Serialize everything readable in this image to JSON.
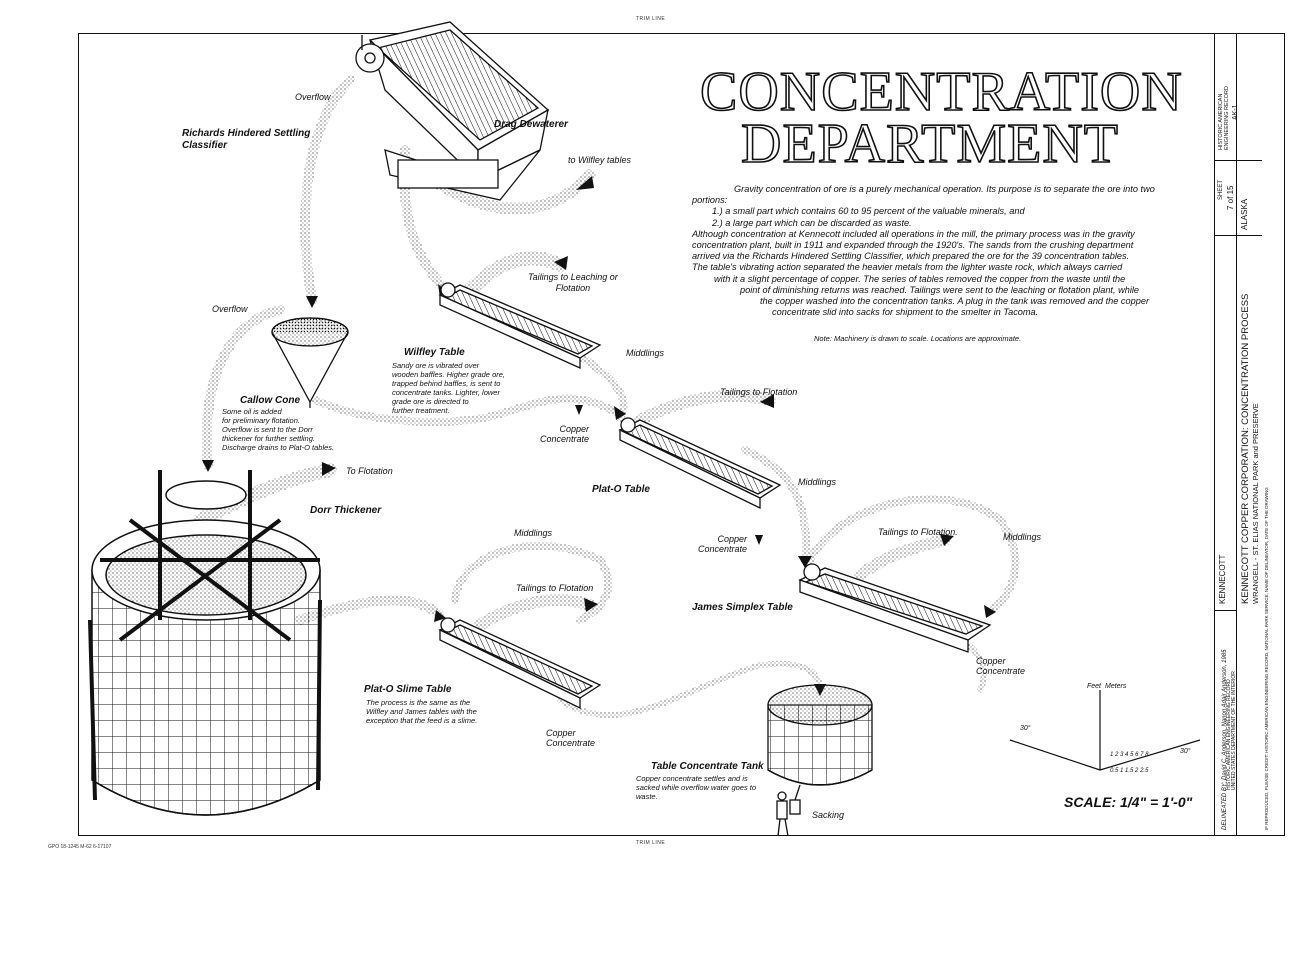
{
  "trim_line": "TRIM LINE",
  "title": {
    "line1": "CONCENTRATION",
    "line2": "DEPARTMENT"
  },
  "description": {
    "lines": [
      "Gravity concentration of ore is a purely mechanical operation.  Its purpose is to separate the ore into two",
      "portions:",
      "1.)  a small part which contains 60 to 95 percent of the valuable minerals, and",
      "2.)  a large part which can be discarded as waste.",
      "Although concentration at Kennecott included all operations in the mill, the primary process was in the gravity",
      "concentration plant, built in 1911 and expanded through the 1920's.  The sands from the crushing department",
      "arrived via the Richards Hindered Settling Classifier, which prepared the ore for the 39 concentration tables.",
      "The table's vibrating action separated the heavier metals from the lighter waste rock, which always carried",
      "with it a slight percentage of copper.  The series of tables removed the copper from the waste until the",
      "point of diminishing returns was reached.  Tailings were sent to the leaching or flotation plant, while",
      "the copper washed into the concentration tanks.  A plug in the tank was removed and the copper",
      "concentrate slid into sacks for shipment to the smelter in Tacoma."
    ],
    "note": "Note: Machinery is drawn to scale.  Locations are approximate."
  },
  "labels": {
    "overflow_top": "Overflow",
    "drag_dewaterer": "Drag Dewaterer",
    "richards": "Richards Hindered Settling\nClassifier",
    "to_wilfley": "to Wilfley tables",
    "tailings_leaching": "Tailings to Leaching or\nFlotation",
    "overflow_left": "Overflow",
    "middlings_1": "Middlings",
    "wilfley_table": "Wilfley Table",
    "wilfley_desc": "Sandy ore is vibrated over\nwooden baffles. Higher grade ore,\ntrapped behind baffles, is sent to\nconcentrate tanks. Lighter, lower\ngrade ore is directed to\nfurther treatment.",
    "callow_cone": "Callow Cone",
    "callow_desc": "Some oil is added\nfor preliminary flotation.\nOverflow is sent to the Dorr\nthickener for further settling.\nDischarge drains to Plat-O tables.",
    "copper_conc_1": "Copper\nConcentrate",
    "tailings_flotation_1": "Tailings to Flotation",
    "to_flotation": "To Flotation",
    "dorr_thickener": "Dorr Thickener",
    "plat_o_table": "Plat-O Table",
    "middlings_2": "Middlings",
    "copper_conc_2": "Copper\nConcentrate",
    "tailings_flotation_2": "Tailings to Flotation.",
    "middlings_3": "Middlings",
    "middlings_4": "Middlings",
    "tailings_flotation_3": "Tailings to Flotation",
    "james_simplex": "James  Simplex Table",
    "copper_conc_3": "Copper\nConcentrate",
    "plat_o_slime": "Plat-O Slime Table",
    "slime_desc": "The process is the same as the\nWilfley and James tables with the\nexception that the feed is a slime.",
    "copper_conc_4": "Copper\nConcentrate",
    "table_conc_tank": "Table Concentrate Tank",
    "tank_desc": "Copper concentrate settles and is\nsacked while overflow water goes to\nwaste.",
    "sacking": "Sacking"
  },
  "scale_diagram": {
    "feet": "Feet",
    "meters": "Meters",
    "thirty": "30°",
    "feet_ticks": [
      "1",
      "2",
      "3",
      "4",
      "5",
      "6",
      "7",
      "8"
    ],
    "meter_ticks": [
      "0.5",
      "1",
      "1.5",
      "2",
      "2.5"
    ],
    "scale_text": "SCALE: 1/4\" = 1'-0\""
  },
  "title_block": {
    "delineated": "DELINEATED BY:  David C. Anderson, Nanon Adair Anderson, 1985",
    "agency1": "HISTORIC AMERICAN ENGINEERING RECORD",
    "agency2": "UNITED STATES DEPARTMENT OF THE INTERIOR",
    "place": "KENNECOTT",
    "main_title": "KENNECOTT COPPER CORPORATION: CONCENTRATION PROCESS",
    "sub_title": "WRANGELL - ST. ELIAS NATIONAL PARK and PRESERVE",
    "state": "ALASKA",
    "credit": "IF REPRODUCED, PLEASE CREDIT: HISTORIC AMERICAN ENGINEERING RECORD, NATIONAL PARK SERVICE, NAME OF DELINEATOR, DATE OF THE DRAWING",
    "sheet_label": "SHEET",
    "sheet_num": "7 of 15",
    "record_label": "HISTORIC AMERICAN\nENGINEERING RECORD",
    "record_num": "AK-1"
  },
  "footer_code": "GPO 18-1245 M-62 6-17107",
  "stroke_color": "#111111"
}
